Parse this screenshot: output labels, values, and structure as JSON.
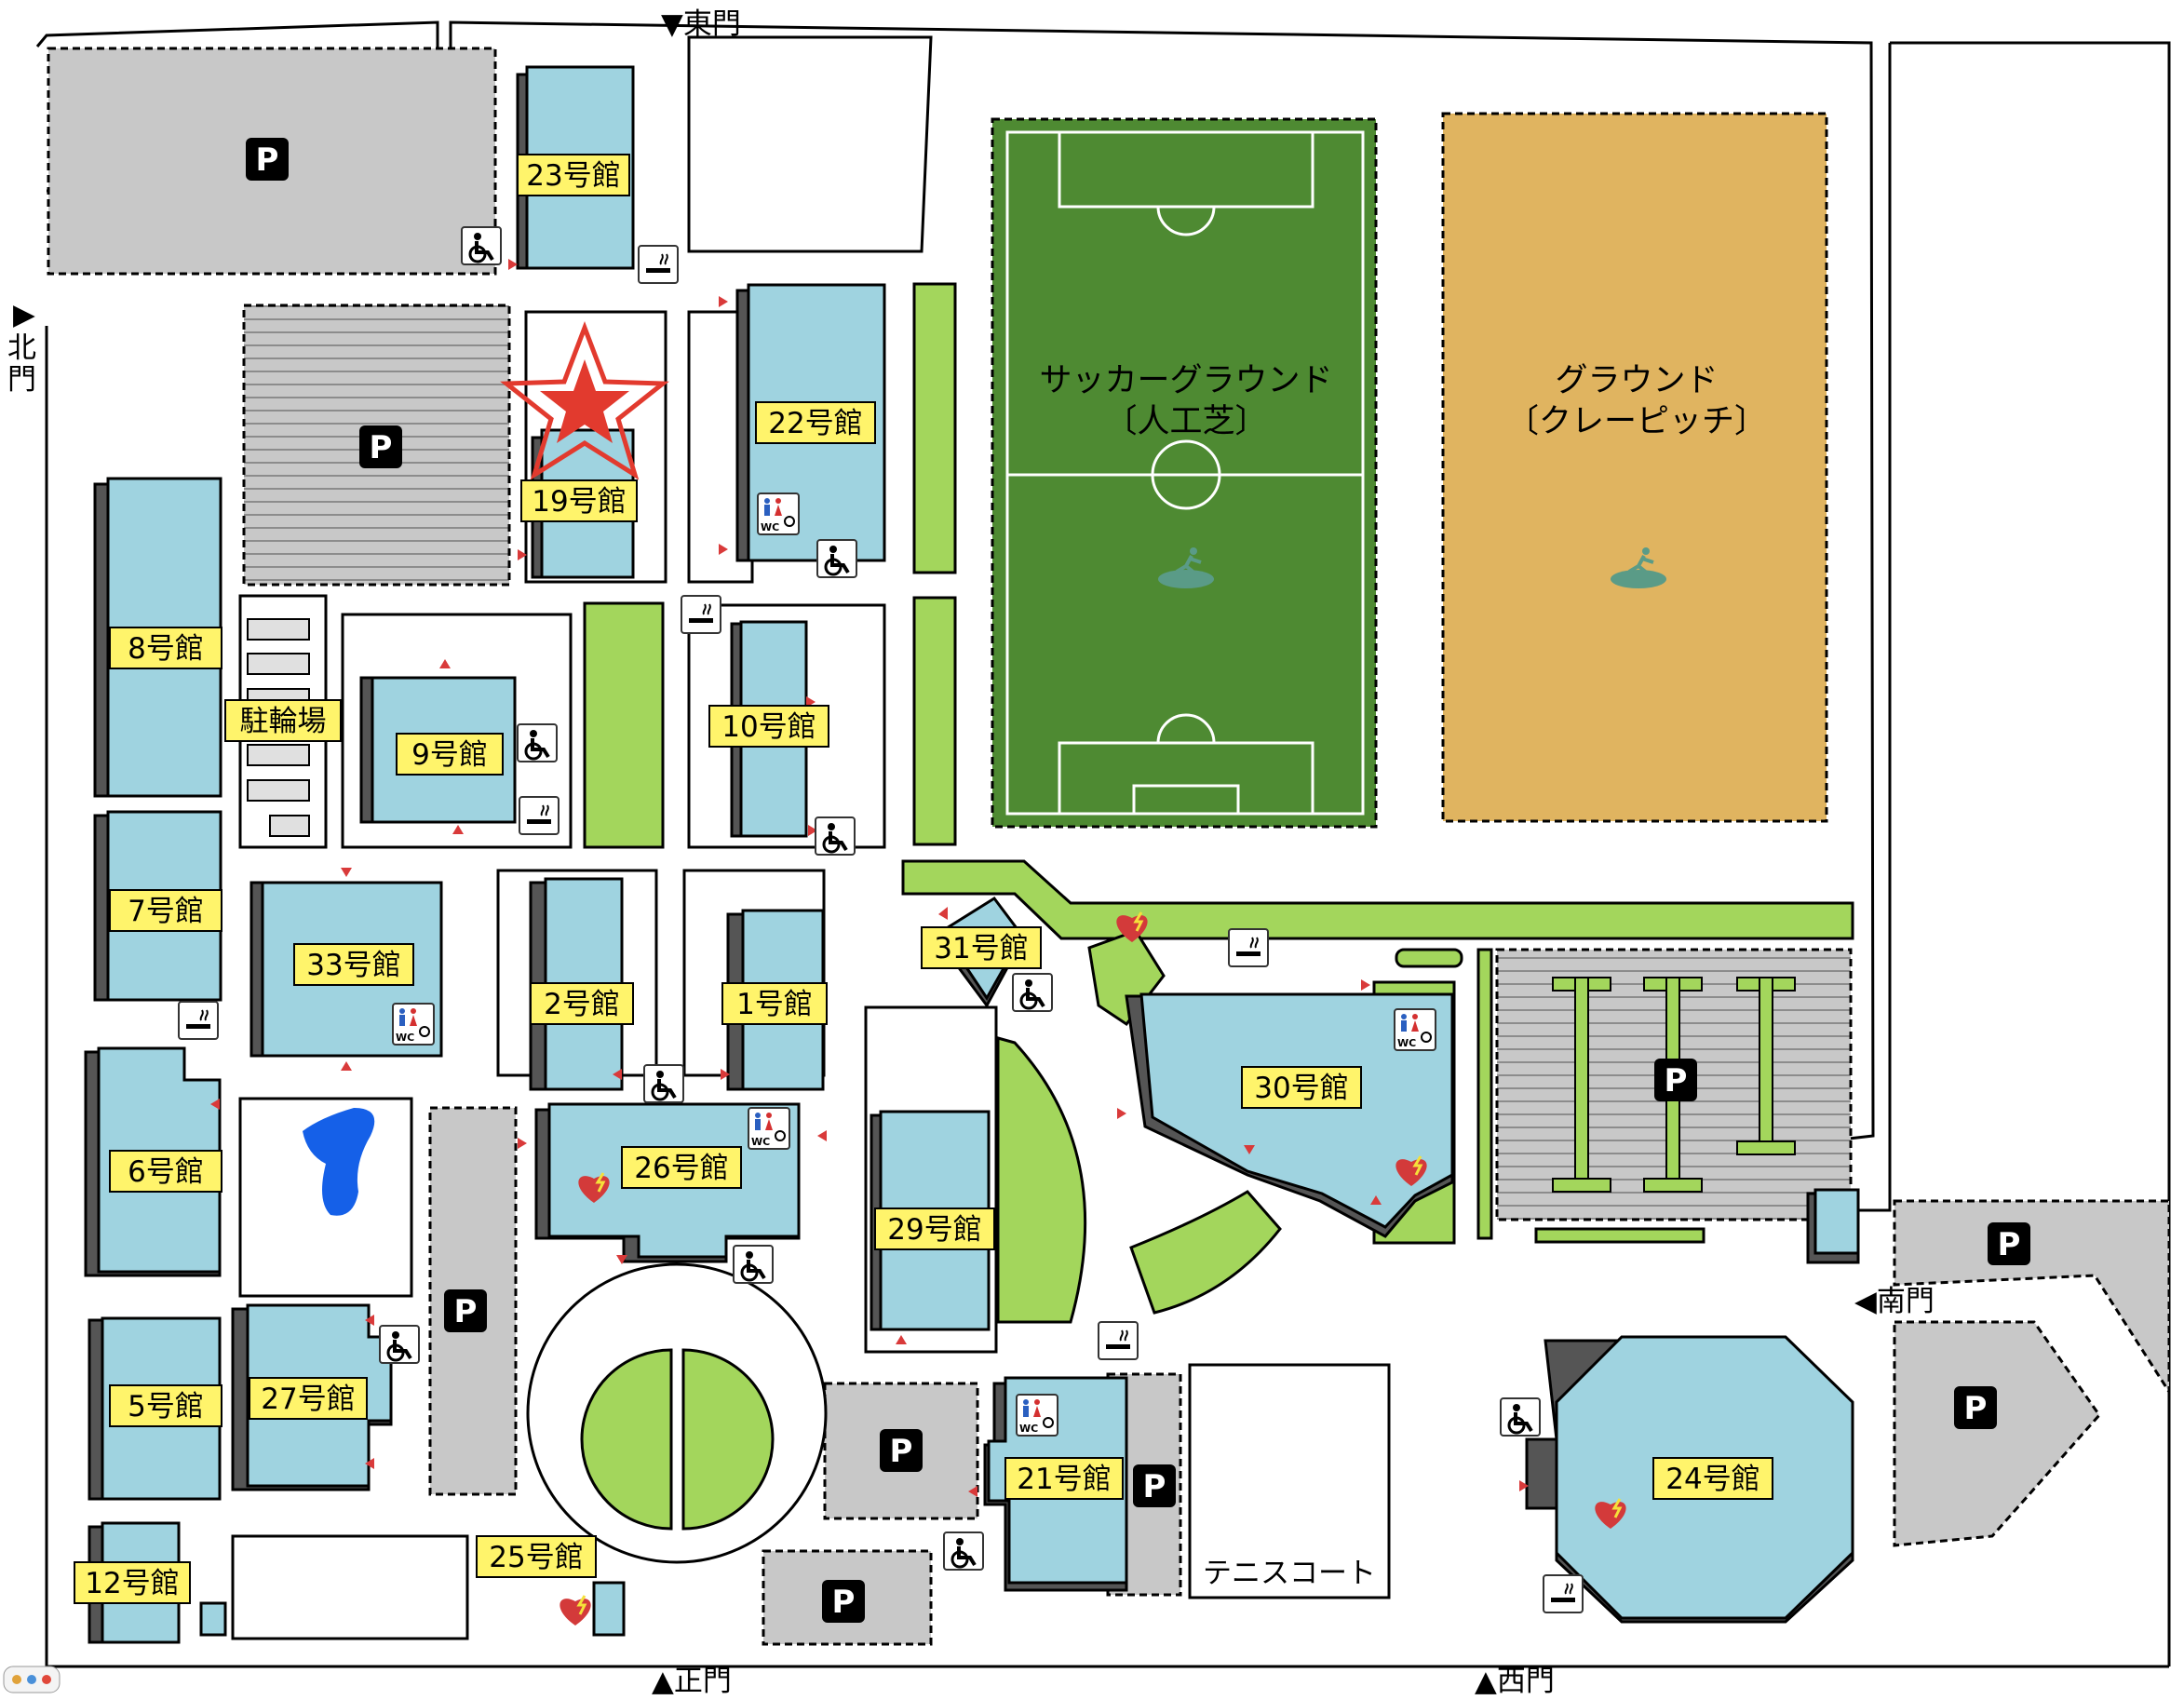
{
  "gates": {
    "east": "▼東門",
    "north_arrow": "▶",
    "north_1": "北",
    "north_2": "門",
    "main": "▲正門",
    "west": "▲西門",
    "south": "◀南門"
  },
  "buildings": {
    "b23": "23号館",
    "b22": "22号館",
    "b19": "19号館",
    "b8": "8号館",
    "b9": "9号館",
    "b10": "10号館",
    "bike": "駐輪場",
    "b7": "7号館",
    "b33": "33号館",
    "b2": "2号館",
    "b1": "1号館",
    "b31": "31号館",
    "b30": "30号館",
    "b6": "6号館",
    "b26": "26号館",
    "b29": "29号館",
    "b5": "5号館",
    "b27": "27号館",
    "b21": "21号館",
    "b24": "24号館",
    "b25": "25号館",
    "b12": "12号館"
  },
  "fields": {
    "soccer_1": "サッカーグラウンド",
    "soccer_2": "〔人工芝〕",
    "ground_1": "グラウンド",
    "ground_2": "〔クレーピッチ〕",
    "tennis": "テニスコート"
  },
  "parking_label": "P",
  "wc_label": "WC",
  "icons": [
    "wheelchair-icon",
    "smoking-icon",
    "wc-icon",
    "aed-heart-icon",
    "current-location-star-icon",
    "evacuation-icon",
    "parking-icon"
  ],
  "colors": {
    "building": "#9fd3e0",
    "building_shadow": "#555555",
    "parking": "#c8c8c8",
    "green": "#a3d65c",
    "soccer": "#4e8a32",
    "clay": "#e0b460",
    "label_bg": "#fff46b",
    "star": "#e23a2e",
    "heart": "#d93a3a",
    "pond": "#1560e8"
  }
}
